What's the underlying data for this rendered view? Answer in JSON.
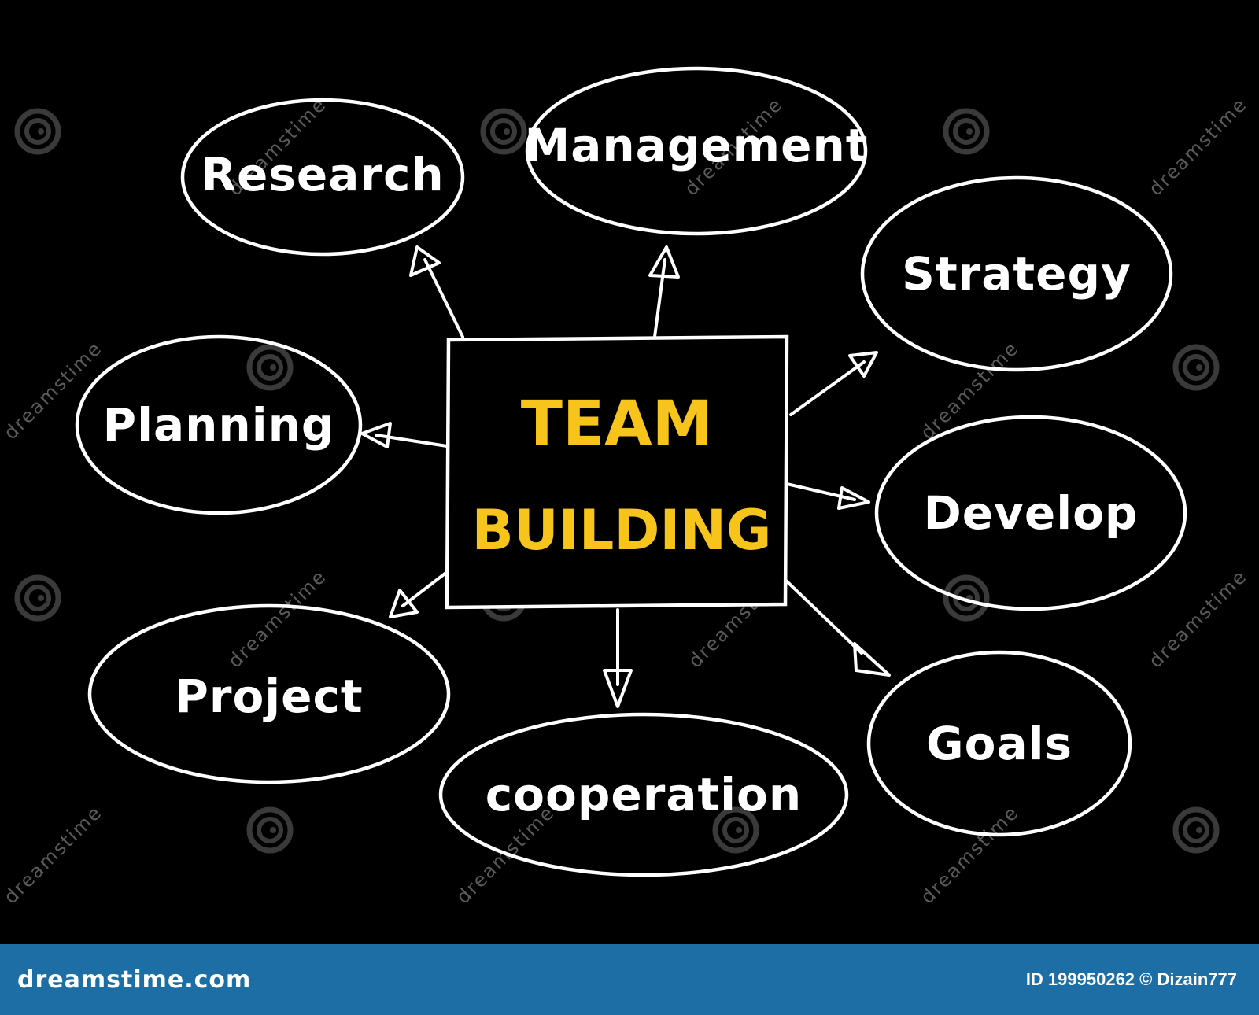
{
  "center": {
    "title_line1": "TEAM",
    "title_line2": "BUILDING",
    "text_color": "#f7c41b"
  },
  "nodes": [
    {
      "id": "research",
      "label": "Research"
    },
    {
      "id": "management",
      "label": "Management"
    },
    {
      "id": "strategy",
      "label": "Strategy"
    },
    {
      "id": "planning",
      "label": "Planning"
    },
    {
      "id": "develop",
      "label": "Develop"
    },
    {
      "id": "project",
      "label": "Project"
    },
    {
      "id": "cooperation",
      "label": "cooperation"
    },
    {
      "id": "goals",
      "label": "Goals"
    }
  ],
  "watermark": {
    "text": "dreamstime",
    "icon": "spiral-icon"
  },
  "footer": {
    "site": "dreamstime.com",
    "id_text": "ID 199950262",
    "author": "© Dizain777",
    "background": "#1c6ea4"
  },
  "colors": {
    "background": "#000000",
    "line": "#ffffff"
  }
}
